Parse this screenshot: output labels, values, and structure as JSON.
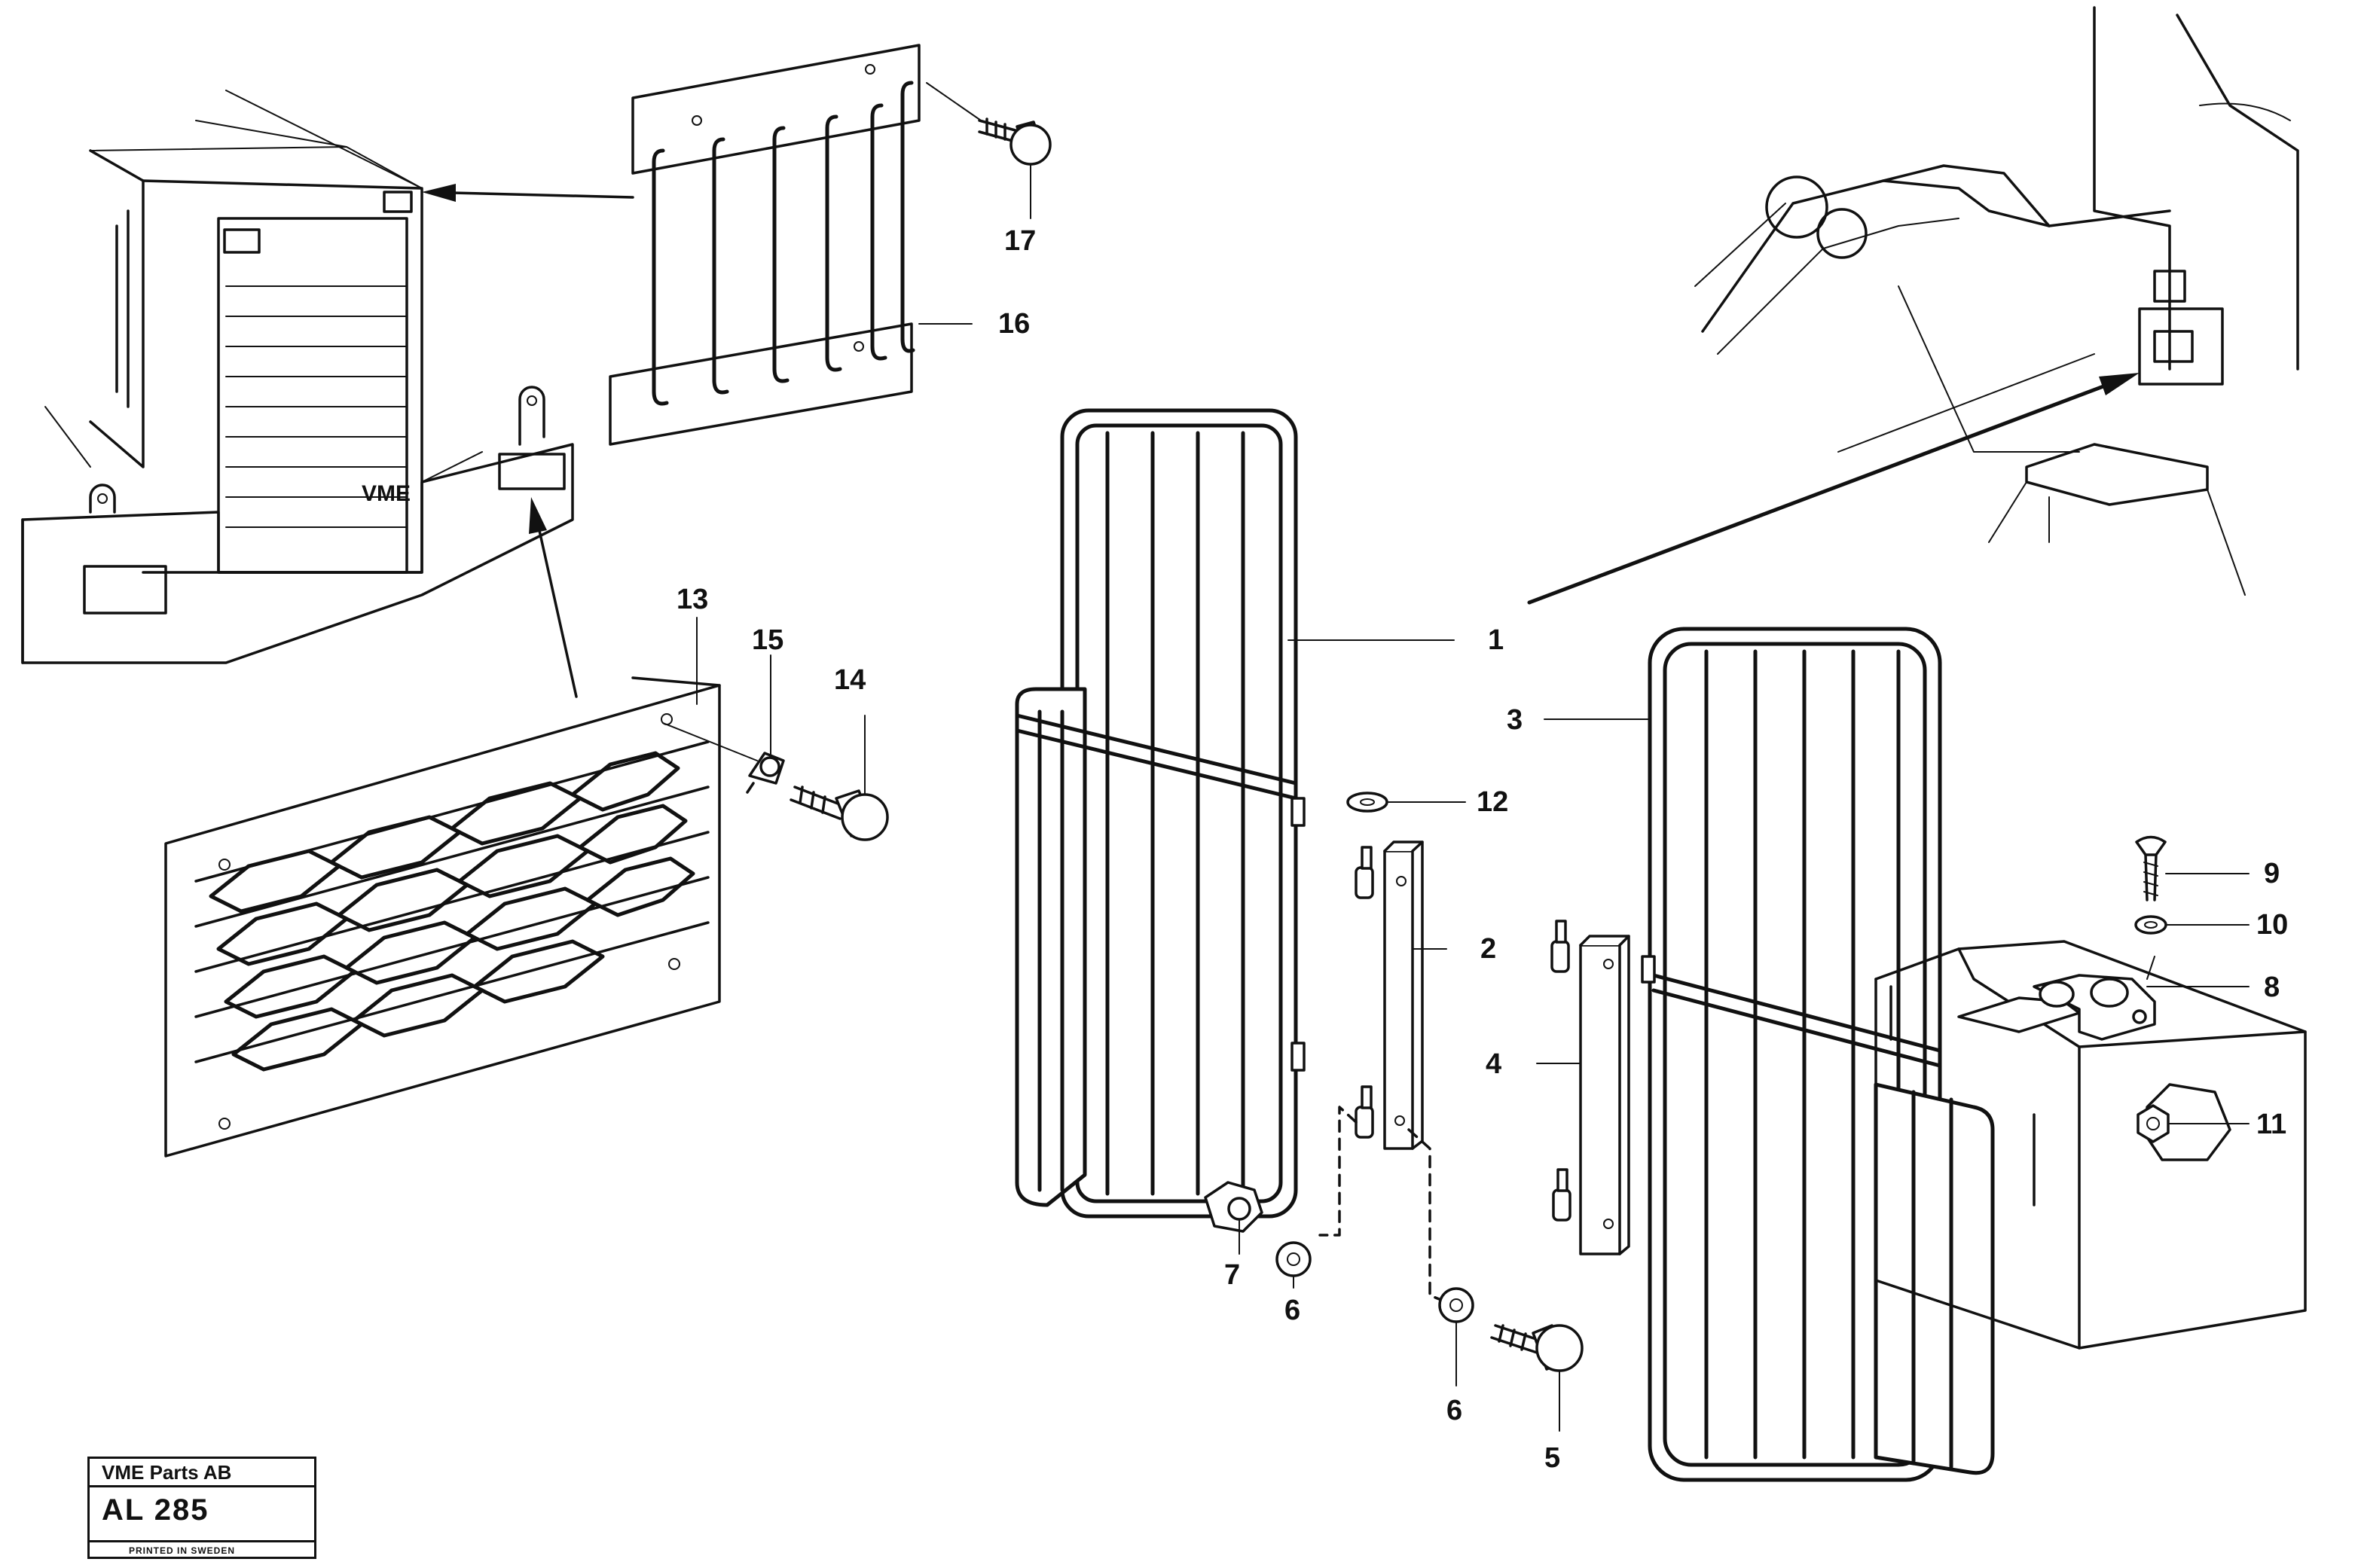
{
  "diagram": {
    "part_labels": {
      "p1": "1",
      "p2": "2",
      "p3": "3",
      "p4": "4",
      "p5": "5",
      "p6a": "6",
      "p6b": "6",
      "p7": "7",
      "p8": "8",
      "p9": "9",
      "p10": "10",
      "p11": "11",
      "p12": "12",
      "p13": "13",
      "p14": "14",
      "p15": "15",
      "p16": "16",
      "p17": "17"
    }
  },
  "title_block": {
    "company": "VME Parts AB",
    "code": "AL 285",
    "printed": "PRINTED IN SWEDEN"
  }
}
